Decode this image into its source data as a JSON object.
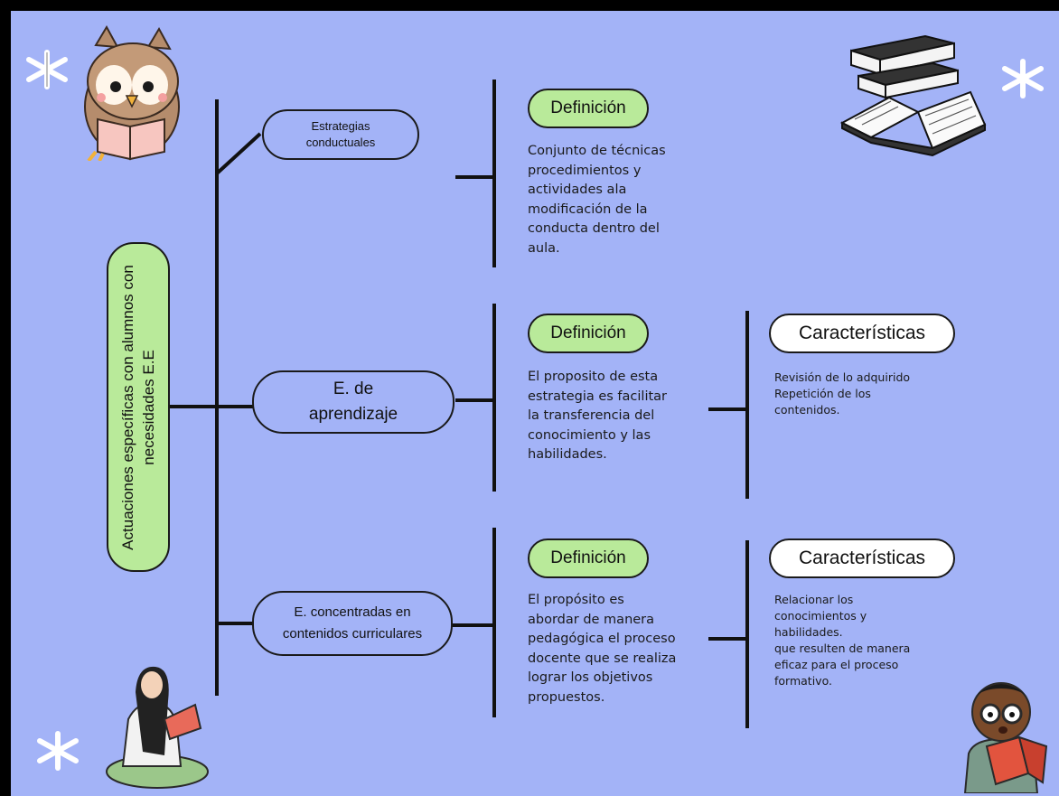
{
  "root": {
    "label": "Actuaciones específicas con alumnos con necesidades E.E"
  },
  "branches": [
    {
      "label": "Estrategias conductuales",
      "definition_heading": "Definición",
      "definition_text": "Conjunto de técnicas\nprocedimientos y\nactividades ala\nmodificación de la\nconducta dentro del\naula."
    },
    {
      "label": "E. de aprendizaje",
      "definition_heading": "Definición",
      "definition_text": "El proposito de esta\nestrategia es facilitar\nla transferencia del\nconocimiento y las\nhabilidades.",
      "characteristics_heading": "Características",
      "characteristics_text": "Revisión de lo adquirido\nRepetición de los\ncontenidos."
    },
    {
      "label": "E. concentradas en contenidos curriculares",
      "definition_heading": "Definición",
      "definition_text": "El propósito  es\nabordar de manera\npedagógica el proceso\ndocente que se realiza\nlograr los objetivos\npropuestos.",
      "characteristics_heading": "Características",
      "characteristics_text": "Relacionar los\nconocimientos y\nhabilidades.\nque resulten de manera\neficaz para el proceso\nformativo."
    }
  ],
  "decorations": {
    "icons": [
      "owl-reading-icon",
      "stack-of-books-icon",
      "girl-reading-icon",
      "boy-reading-icon",
      "sparkle-icon"
    ],
    "colors": {
      "background": "#a3b3f7",
      "green": "#b9ea9a",
      "white": "#ffffff",
      "line": "#111111"
    }
  }
}
